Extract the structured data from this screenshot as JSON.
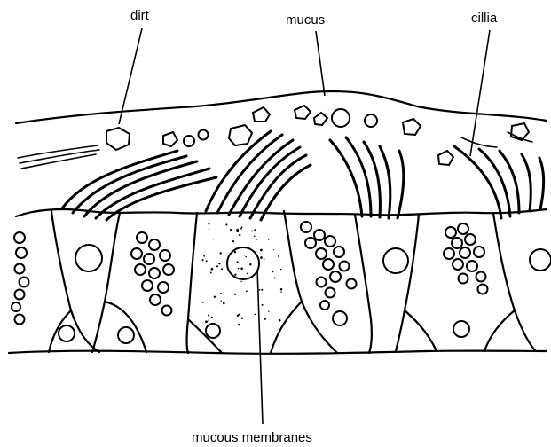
{
  "diagram": {
    "labels": {
      "dirt": "dirt",
      "mucus": "mucus",
      "cilia": "cillia",
      "mucous_membranes": "mucous membranes"
    }
  }
}
